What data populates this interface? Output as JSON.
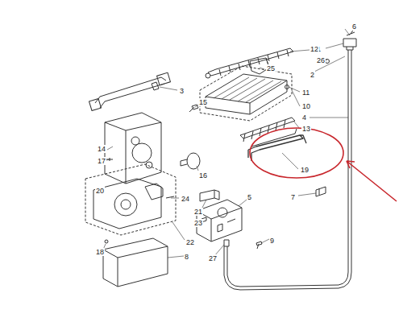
{
  "diagram": {
    "labels": [
      "6",
      "1",
      "12",
      "26",
      "2",
      "25",
      "3",
      "11",
      "10",
      "4",
      "15",
      "13",
      "14",
      "17",
      "16",
      "19",
      "20",
      "24",
      "7",
      "21",
      "23",
      "5",
      "9",
      "22",
      "18",
      "8",
      "27"
    ]
  }
}
